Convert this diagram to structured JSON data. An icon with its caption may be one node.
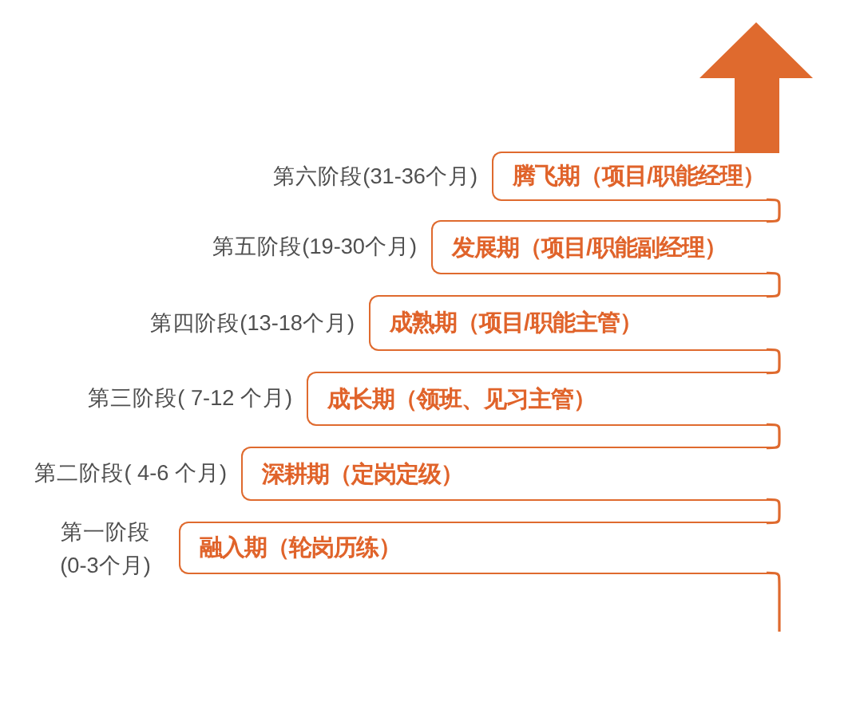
{
  "diagram": {
    "nodes": [
      {
        "text": [
          "腾飞期（项目/职能经理）"
        ],
        "beside": [
          "第六阶段(31-36个月)"
        ]
      },
      {
        "text": [
          "发展期（项目/职能副经理）"
        ],
        "beside": [
          "第五阶段(19-30个月)"
        ]
      },
      {
        "text": [
          "成熟期（项目/职能主管）"
        ],
        "beside": [
          "第四阶段(13-18个月)"
        ]
      },
      {
        "text": [
          "成长期（领班、见习主管）"
        ],
        "beside": [
          "第三阶段( 7-12 个月)"
        ]
      },
      {
        "text": [
          "深耕期（定岗定级）"
        ],
        "beside": [
          "第二阶段( 4-6 个月)"
        ]
      },
      {
        "text": [
          "融入期（轮岗历练）"
        ],
        "beside": [
          "第一阶段(0-3个月)"
        ]
      }
    ],
    "edges": [
      {
        "from": null,
        "to": 5,
        "arrow": "none"
      },
      {
        "from": 5,
        "to": 4,
        "arrow": "none"
      },
      {
        "from": 4,
        "to": 3,
        "arrow": "none"
      },
      {
        "from": 3,
        "to": 2,
        "arrow": "none"
      },
      {
        "from": 2,
        "to": 1,
        "arrow": "none"
      },
      {
        "from": 1,
        "to": 0,
        "arrow": "none"
      }
    ]
  }
}
